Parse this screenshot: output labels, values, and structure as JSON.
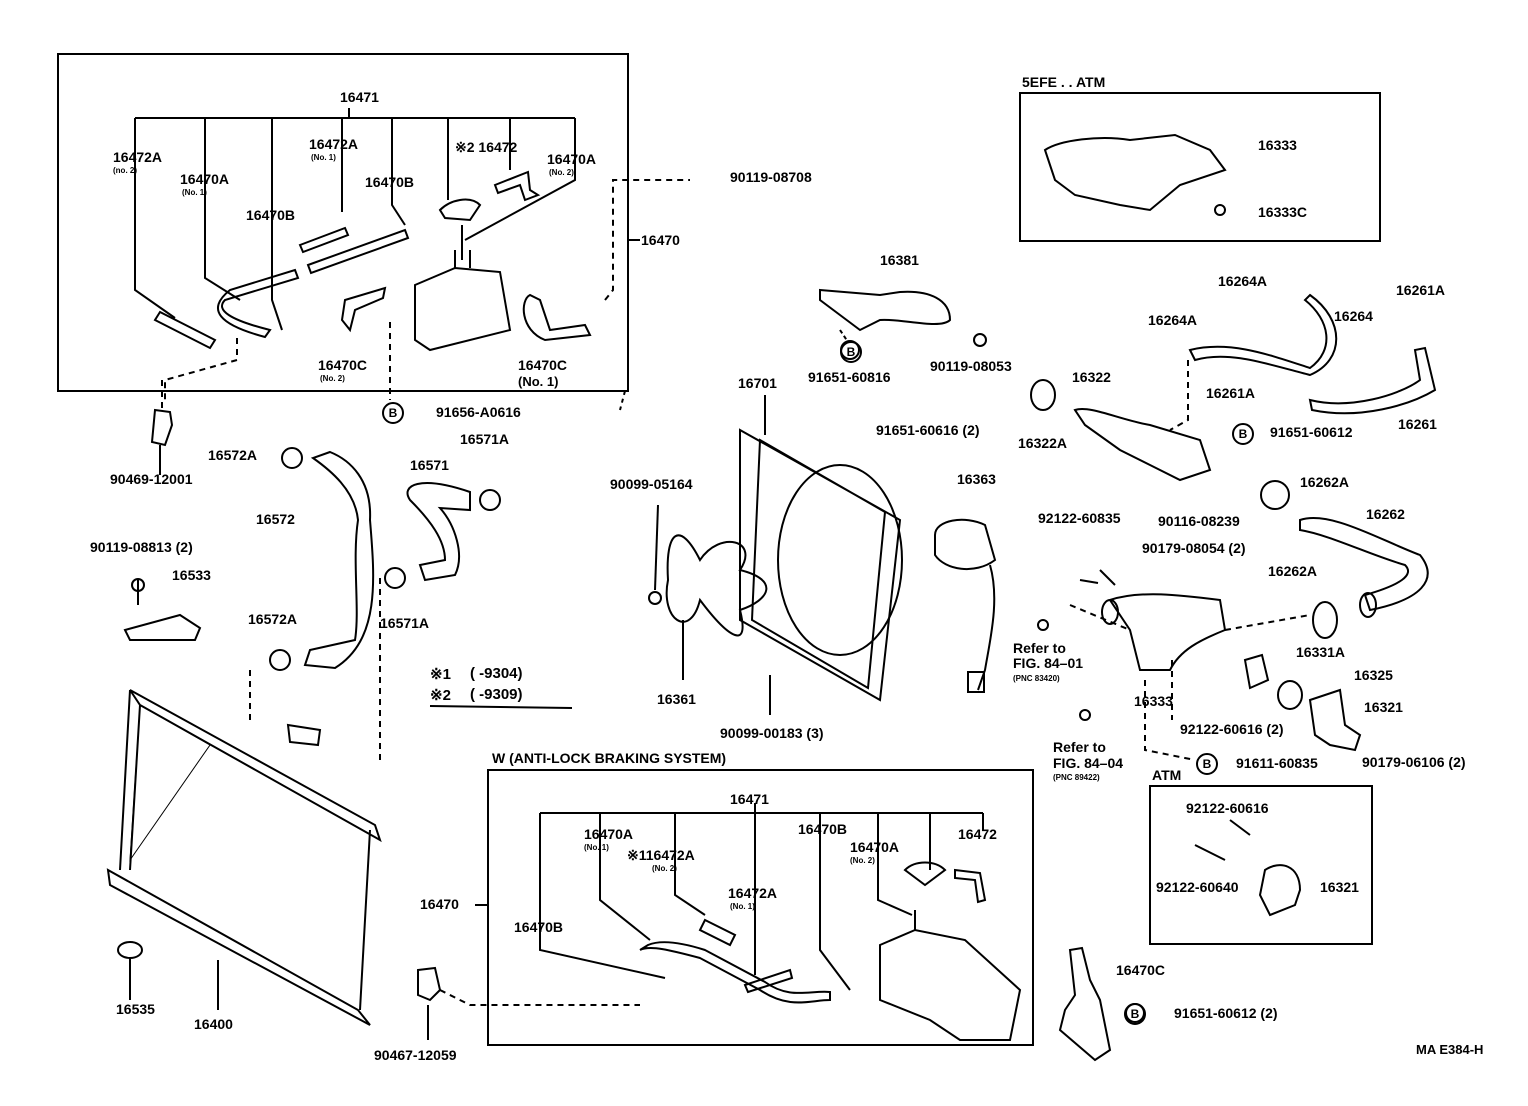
{
  "diagram": {
    "title": "Radiator & Water Outlet Parts Diagram",
    "code": "MA E384-H",
    "sections": {
      "top_left_box": {
        "parent": "16470",
        "group": "16471",
        "labels": [
          {
            "part": "16472A",
            "note": "(no. 2)"
          },
          {
            "part": "16470A",
            "note": "(No. 1)"
          },
          {
            "part": "16470B",
            "note": ""
          },
          {
            "part": "16472A",
            "note": "(No. 1)"
          },
          {
            "part": "16470B",
            "note": ""
          },
          {
            "part": "※2 16472",
            "note": ""
          },
          {
            "part": "16470A",
            "note": "(No. 2)"
          },
          {
            "part": "16470C",
            "note": "(No. 2)"
          },
          {
            "part": "16470C",
            "note": "(No. 1)"
          }
        ]
      },
      "engine_5efe_atm": {
        "title": "5EFE . . ATM",
        "labels": [
          "16333",
          "16333C"
        ]
      },
      "abs_box": {
        "title": "W (ANTI-LOCK BRAKING SYSTEM)",
        "parent": "16470",
        "group": "16471",
        "labels": [
          {
            "part": "16470A",
            "note": "(No. 1)"
          },
          {
            "part": "※116472A",
            "note": "(No. 2)"
          },
          {
            "part": "16472A",
            "note": "(No. 1)"
          },
          {
            "part": "16470B",
            "note": ""
          },
          {
            "part": "16470B",
            "note": ""
          },
          {
            "part": "16470A",
            "note": "(No. 2)"
          },
          {
            "part": "16472",
            "note": ""
          }
        ]
      },
      "atm_box": {
        "title": "ATM",
        "labels": [
          "92122-60616",
          "92122-60640",
          "16321"
        ]
      }
    },
    "labels": {
      "p90119_08708": "90119-08708",
      "p16470": "16470",
      "p91656_a0616": "91656-A0616",
      "p90469_12001": "90469-12001",
      "p16572a_top": "16572A",
      "p16572": "16572",
      "p16571": "16571",
      "p16571a_top": "16571A",
      "p16571a_bot": "16571A",
      "p90119_08813": "90119-08813 (2)",
      "p16533": "16533",
      "p16572a_bot": "16572A",
      "p16535": "16535",
      "p16400": "16400",
      "p90467_12059": "90467-12059",
      "p16381": "16381",
      "p91651_60816": "91651-60816",
      "p90119_08053": "90119-08053",
      "p16701": "16701",
      "p91651_60616": "91651-60616 (2)",
      "p90099_05164": "90099-05164",
      "p16363": "16363",
      "p16361": "16361",
      "p90099_00183": "90099-00183 (3)",
      "p16264a_top": "16264A",
      "p16264a_left": "16264A",
      "p16264": "16264",
      "p16261a_top": "16261A",
      "p16261a_mid": "16261A",
      "p16261": "16261",
      "p16322": "16322",
      "p16322a": "16322A",
      "p91651_60612": "91651-60612",
      "p16262a_top": "16262A",
      "p16262": "16262",
      "p92122_60835": "92122-60835",
      "p90116_08239": "90116-08239",
      "p90179_08054": "90179-08054 (2)",
      "p16262a_mid": "16262A",
      "p16331a": "16331A",
      "p16325": "16325",
      "p16321": "16321",
      "p16333": "16333",
      "p92122_60616_2": "92122-60616 (2)",
      "p91611_60835": "91611-60835",
      "p90179_06106": "90179-06106 (2)",
      "p16470c_bot": "16470C",
      "p91651_60612_2": "91651-60612 (2)",
      "refer1_a": "Refer to",
      "refer1_b": "FIG. 84–01",
      "refer1_c": "(PNC 83420)",
      "refer2_a": "Refer to",
      "refer2_b": "FIG. 84–04",
      "refer2_c": "(PNC 89422)",
      "B": "B"
    },
    "legend": [
      {
        "mark": "※1",
        "range": "(      -9304)"
      },
      {
        "mark": "※2",
        "range": "(      -9309)"
      }
    ]
  }
}
